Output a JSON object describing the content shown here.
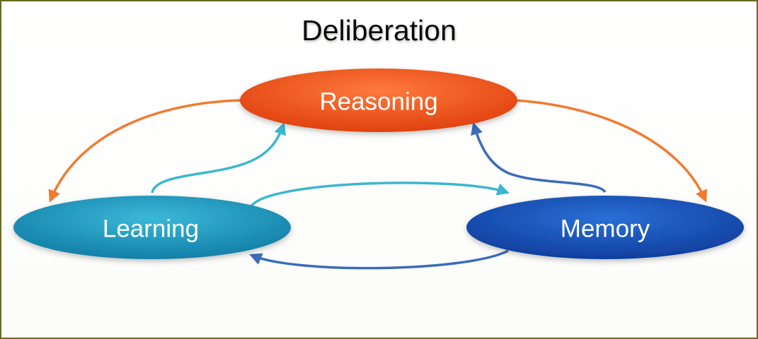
{
  "title": "Deliberation",
  "nodes": {
    "reasoning": {
      "label": "Reasoning",
      "color": "#f0541c"
    },
    "learning": {
      "label": "Learning",
      "color": "#1f9fc4"
    },
    "memory": {
      "label": "Memory",
      "color": "#1a56c0"
    }
  },
  "colors": {
    "frame_border": "#6b6b1e",
    "reasoning_arrows": "#f27a2e",
    "learning_arrows": "#3cb6cf",
    "memory_arrows": "#3a6cb8"
  }
}
